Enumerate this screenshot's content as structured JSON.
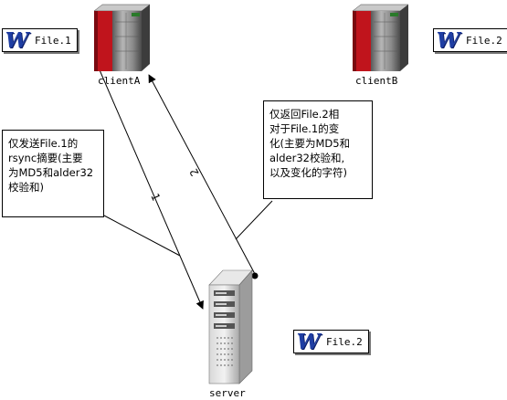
{
  "nodes": {
    "clientA": {
      "label": "clientA"
    },
    "clientB": {
      "label": "clientB"
    },
    "server": {
      "label": "server"
    }
  },
  "files": {
    "clientA_file": {
      "icon_letter": "W",
      "label": "File.1"
    },
    "clientB_file": {
      "icon_letter": "W",
      "label": "File.2"
    },
    "server_file": {
      "icon_letter": "W",
      "label": "File.2"
    }
  },
  "arrows": {
    "step1": {
      "number": "1"
    },
    "step2": {
      "number": "2"
    }
  },
  "notes": {
    "left": {
      "lines": [
        "仅发送File.1的",
        "rsync摘要(主要",
        "为MD5和alder32",
        "校验和)"
      ]
    },
    "right": {
      "lines": [
        "仅返回File.2相",
        "对于File.1的变",
        "化(主要为MD5和",
        "alder32校验和,",
        "以及变化的字符)"
      ]
    }
  },
  "colors": {
    "server_body": "#8c8c8c",
    "server_accent": "#c0141c",
    "word_icon": "#1f3ea3"
  }
}
